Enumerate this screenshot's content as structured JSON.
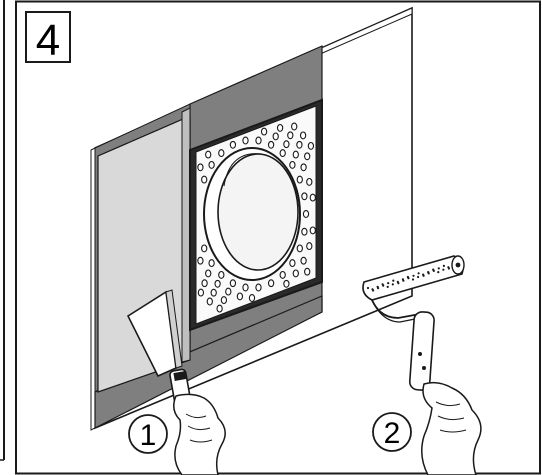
{
  "figure": {
    "step_number": "4",
    "callouts": [
      "1",
      "2"
    ],
    "colors": {
      "line": "#1a1a1a",
      "membrane_dark": "#7f7f7f",
      "membrane_light": "#d9d9d9",
      "wall": "#ffffff",
      "sleeve_inner": "#f4f4f4"
    },
    "icons": [
      "spatula-tool",
      "paint-roller",
      "hand"
    ]
  }
}
